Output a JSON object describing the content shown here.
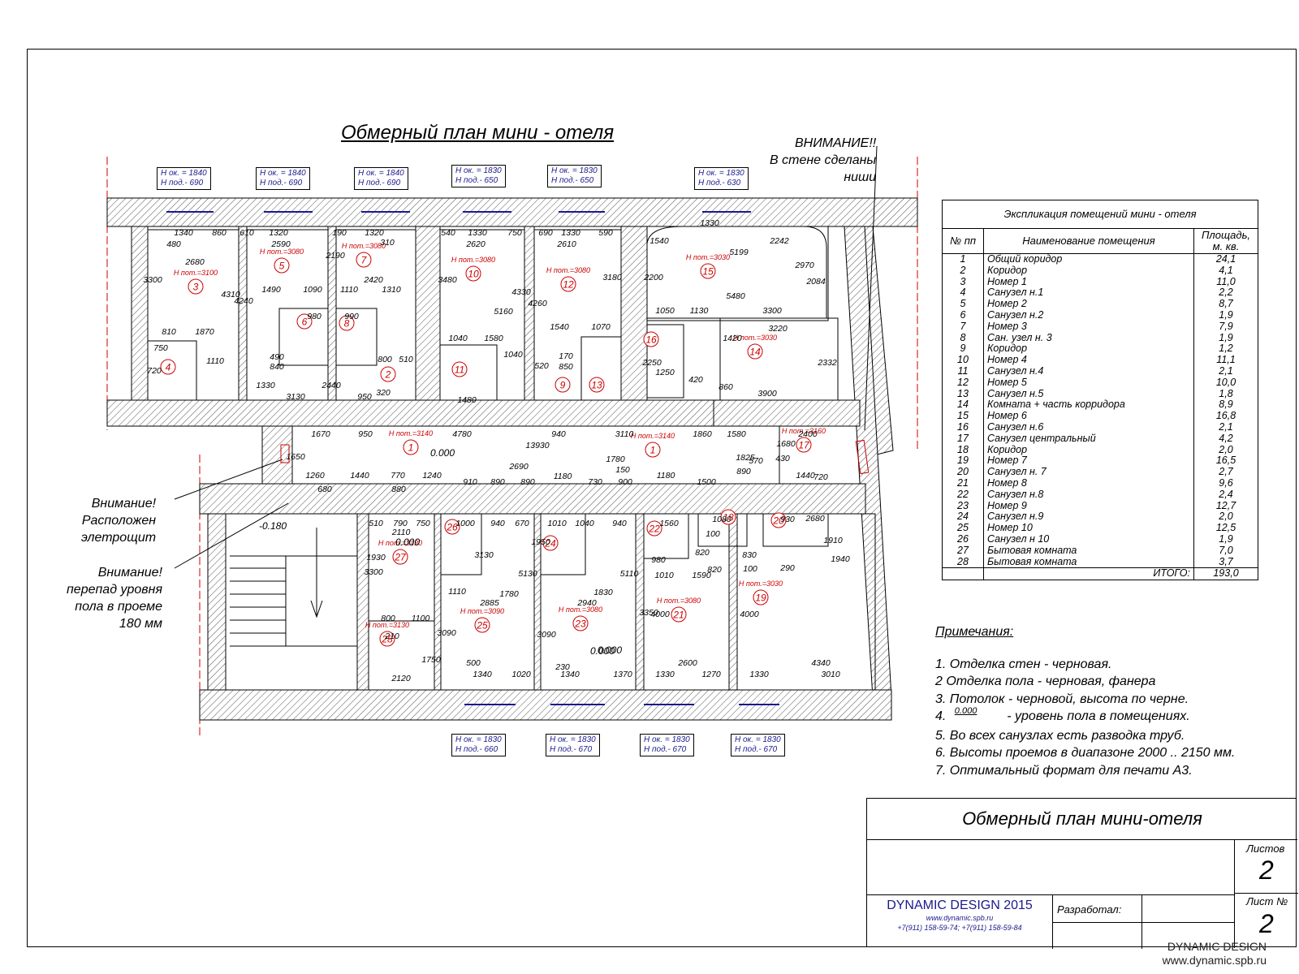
{
  "plan_title": "Обмерный план мини - отеля",
  "warning_top": [
    "ВНИМАНИЕ!!",
    "В стене сделаны",
    "ниши"
  ],
  "side_notes": {
    "electric": [
      "Внимание!",
      "Расположен",
      "элетрощит"
    ],
    "floor_step": [
      "Внимание!",
      "перепад уровня",
      "пола в проеме",
      "180 мм"
    ]
  },
  "window_labels_top": [
    [
      "Н ок. = 1840",
      "Н под.- 690"
    ],
    [
      "Н ок. = 1840",
      "Н под.- 690"
    ],
    [
      "Н ок. = 1840",
      "Н под.- 690"
    ],
    [
      "Н ок. = 1830",
      "Н под.- 650"
    ],
    [
      "Н ок. = 1830",
      "Н под.- 650"
    ],
    [
      "Н ок. = 1830",
      "Н под.- 630"
    ]
  ],
  "window_labels_bottom": [
    [
      "Н ок. = 1830",
      "Н под.- 660"
    ],
    [
      "Н ок. = 1830",
      "Н под.- 670"
    ],
    [
      "Н ок. = 1830",
      "Н под.- 670"
    ],
    [
      "Н ок. = 1830",
      "Н под.- 670"
    ]
  ],
  "rooms": [
    {
      "num": "3",
      "h": "Н пот.=3100"
    },
    {
      "num": "5",
      "h": "Н пот.=3080"
    },
    {
      "num": "7",
      "h": "Н пот.=3080"
    },
    {
      "num": "10",
      "h": "Н пот.=3080"
    },
    {
      "num": "12",
      "h": "Н пот.=3080"
    },
    {
      "num": "15",
      "h": "Н пот.=3030"
    },
    {
      "num": "14",
      "h": "Н пот.=3030"
    },
    {
      "num": "1",
      "h": "Н пот.=3140"
    },
    {
      "num": "1",
      "h": "Н пот.=3140"
    },
    {
      "num": "17",
      "h": "Н пот.=3160"
    },
    {
      "num": "27",
      "h": "Н пот.=3130"
    },
    {
      "num": "28",
      "h": "Н пот.=3130"
    },
    {
      "num": "25",
      "h": "Н пот.=3090"
    },
    {
      "num": "23",
      "h": "Н пот.=3080"
    },
    {
      "num": "21",
      "h": "Н пот.=3080"
    },
    {
      "num": "19",
      "h": "Н пот.=3030"
    },
    {
      "num": "4",
      "h": ""
    },
    {
      "num": "6",
      "h": ""
    },
    {
      "num": "8",
      "h": ""
    },
    {
      "num": "2",
      "h": ""
    },
    {
      "num": "11",
      "h": ""
    },
    {
      "num": "9",
      "h": ""
    },
    {
      "num": "13",
      "h": ""
    },
    {
      "num": "16",
      "h": ""
    },
    {
      "num": "26",
      "h": ""
    },
    {
      "num": "24",
      "h": ""
    },
    {
      "num": "22",
      "h": ""
    },
    {
      "num": "18",
      "h": ""
    },
    {
      "num": "20",
      "h": ""
    }
  ],
  "dims": [
    "1340",
    "860",
    "610",
    "1320",
    "2590",
    "190",
    "1320",
    "310",
    "540",
    "1330",
    "750",
    "2620",
    "690",
    "1330",
    "590",
    "2610",
    "1330",
    "1540",
    "2242",
    "5199",
    "480",
    "2680",
    "3300",
    "4310",
    "4240",
    "2190",
    "1490",
    "1090",
    "2420",
    "1110",
    "1310",
    "3480",
    "4330",
    "5160",
    "4260",
    "3180",
    "2200",
    "2970",
    "2084",
    "5480",
    "810",
    "1870",
    "720",
    "750",
    "1110",
    "1330",
    "3130",
    "2440",
    "950",
    "320",
    "980",
    "990",
    "840",
    "490",
    "800",
    "510",
    "1040",
    "1580",
    "1040",
    "1480",
    "1540",
    "1070",
    "170",
    "850",
    "520",
    "1050",
    "1130",
    "3300",
    "3220",
    "3900",
    "1420",
    "2332",
    "860",
    "1250",
    "2250",
    "420",
    "1670",
    "950",
    "4780",
    "940",
    "3110",
    "1860",
    "1580",
    "2400",
    "13930",
    "1650",
    "1260",
    "1440",
    "770",
    "1240",
    "2690",
    "1780",
    "910",
    "890",
    "890",
    "1180",
    "730",
    "150",
    "900",
    "1180",
    "1500",
    "890",
    "1825",
    "570",
    "430",
    "1680",
    "1440",
    "720",
    "880",
    "680",
    "510",
    "790",
    "750",
    "2110",
    "1000",
    "940",
    "670",
    "1010",
    "1040",
    "940",
    "1560",
    "1080",
    "930",
    "2680",
    "1910",
    "1940",
    "3300",
    "1930",
    "3130",
    "1950",
    "5130",
    "5110",
    "4000",
    "4000",
    "1100",
    "800",
    "210",
    "1750",
    "2120",
    "1110",
    "1780",
    "2885",
    "2940",
    "3090",
    "3090",
    "230",
    "500",
    "1340",
    "1020",
    "1340",
    "1370",
    "2600",
    "1330",
    "1270",
    "1330",
    "3010",
    "4340",
    "1590",
    "1010",
    "820",
    "820",
    "290",
    "980",
    "100",
    "100",
    "830",
    "3350",
    "1830"
  ],
  "levels": [
    "0.000",
    "0.000",
    "0.000",
    "0.000",
    "-0.180"
  ],
  "explication": {
    "title": "Экспликация помещений мини - отеля",
    "col_num": "№ пп",
    "col_name": "Наименование помещения",
    "col_area": "Площадь, м. кв.",
    "rows": [
      [
        "1",
        "Общий коридор",
        "24,1"
      ],
      [
        "2",
        "Коридор",
        "4,1"
      ],
      [
        "3",
        "Номер 1",
        "11,0"
      ],
      [
        "4",
        "Санузел н.1",
        "2,2"
      ],
      [
        "5",
        "Номер 2",
        "8,7"
      ],
      [
        "6",
        "Санузел н.2",
        "1,9"
      ],
      [
        "7",
        "Номер 3",
        "7,9"
      ],
      [
        "8",
        "Сан. узел н. 3",
        "1,9"
      ],
      [
        "9",
        "Коридор",
        "1,2"
      ],
      [
        "10",
        "Номер 4",
        "11,1"
      ],
      [
        "11",
        "Санузел н.4",
        "2,1"
      ],
      [
        "12",
        "Номер 5",
        "10,0"
      ],
      [
        "13",
        "Санузел н.5",
        "1,8"
      ],
      [
        "14",
        "Комната + часть корридора",
        "8,9"
      ],
      [
        "15",
        "Номер 6",
        "16,8"
      ],
      [
        "16",
        "Санузел н.6",
        "2,1"
      ],
      [
        "17",
        "Санузел центральный",
        "4,2"
      ],
      [
        "18",
        "Коридор",
        "2,0"
      ],
      [
        "19",
        "Номер 7",
        "16,5"
      ],
      [
        "20",
        "Санузел н. 7",
        "2,7"
      ],
      [
        "21",
        "Номер 8",
        "9,6"
      ],
      [
        "22",
        "Санузел н.8",
        "2,4"
      ],
      [
        "23",
        "Номер 9",
        "12,7"
      ],
      [
        "24",
        "Санузел н.9",
        "2,0"
      ],
      [
        "25",
        "Номер 10",
        "12,5"
      ],
      [
        "26",
        "Санузел н 10",
        "1,9"
      ],
      [
        "27",
        "Бытовая комната",
        "7,0"
      ],
      [
        "28",
        "Бытовая комната",
        "3,7"
      ]
    ],
    "total_label": "ИТОГО:",
    "total_value": "193,0"
  },
  "notes": {
    "heading": "Примечания:",
    "items": [
      "1. Отделка стен - черновая.",
      "2 Отделка пола - черновая, фанера",
      "3. Потолок - черновой, высота по черне.",
      "4.",
      "5. Во всех санузлах есть разводка труб.",
      "6. Высоты проемов в диапазоне 2000 .. 2150 мм.",
      "7. Оптимальный формат для печати А3."
    ],
    "level_sample": "0.000",
    "level_sample_text": "- уровень пола в помещениях."
  },
  "stamp": {
    "name": "Обмерный план мини-отеля",
    "sheets_label": "Листов",
    "sheets_value": "2",
    "sheet_no_label": "Лист №",
    "sheet_no_value": "2",
    "firm": "DYNAMIC DESIGN 2015",
    "site": "www.dynamic.spb.ru",
    "phones": "+7(911) 158-59-74;   +7(911) 158-59-84",
    "developed": "Разработал:"
  },
  "watermark": [
    "DYNAMIC DESIGN",
    "www.dynamic.spb.ru"
  ],
  "colors": {
    "accent_red": "#cc0000",
    "accent_blue": "#1a1a8c"
  }
}
